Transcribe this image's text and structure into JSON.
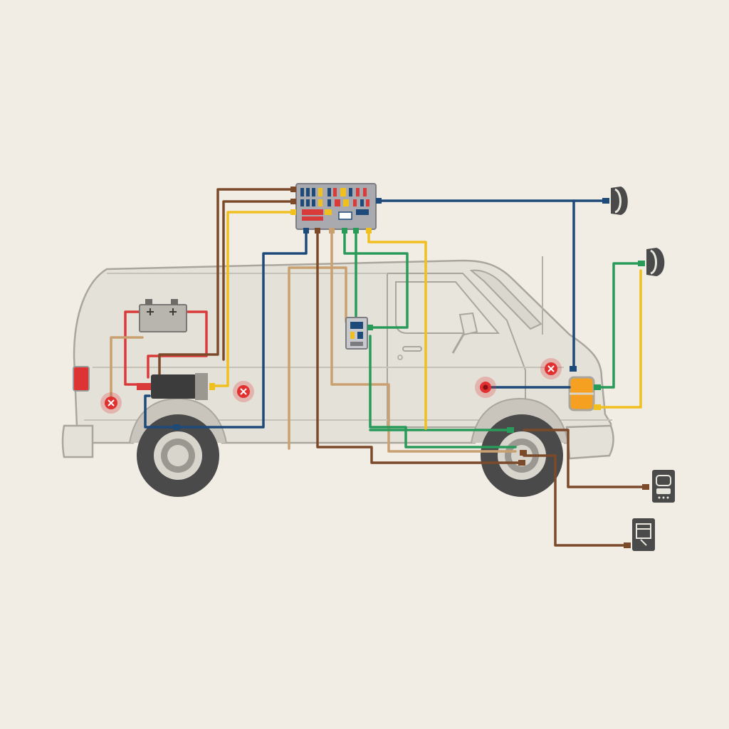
{
  "diagram": {
    "kind": "vehicle wiring harness diagram",
    "colors": {
      "background": "#f1ede4",
      "van_body": "#e4e1d8",
      "van_outline": "#aaa69e",
      "wire_red": "#d93a3a",
      "wire_brown": "#7a4a2a",
      "wire_tan": "#c9a070",
      "wire_yellow": "#f0c020",
      "wire_navy": "#1e4a7a",
      "wire_green": "#2a9a5a",
      "fault_marker": "#e03030",
      "turn_signal": "#f5a020"
    },
    "components": [
      {
        "name": "battery",
        "icon": "battery-icon"
      },
      {
        "name": "fuse-relay-box",
        "icon": "fuse-box-icon"
      },
      {
        "name": "ignition-coil",
        "icon": "coil-icon"
      },
      {
        "name": "dash-module",
        "icon": "module-icon"
      },
      {
        "name": "headlight-upper",
        "icon": "headlight-icon"
      },
      {
        "name": "headlight-lower",
        "icon": "headlight-icon"
      },
      {
        "name": "control-unit-1",
        "icon": "control-unit-icon"
      },
      {
        "name": "control-unit-2",
        "icon": "control-unit-icon"
      },
      {
        "name": "front-turn-signal",
        "icon": "turn-signal-icon"
      },
      {
        "name": "tail-light",
        "icon": "tail-light-icon"
      }
    ],
    "fault_markers": [
      {
        "id": "fault-rear",
        "icon": "fault-x-icon"
      },
      {
        "id": "fault-mid",
        "icon": "fault-x-icon"
      },
      {
        "id": "fault-front",
        "icon": "fault-x-icon"
      },
      {
        "id": "fault-connector",
        "icon": "fault-dot-icon"
      }
    ]
  }
}
